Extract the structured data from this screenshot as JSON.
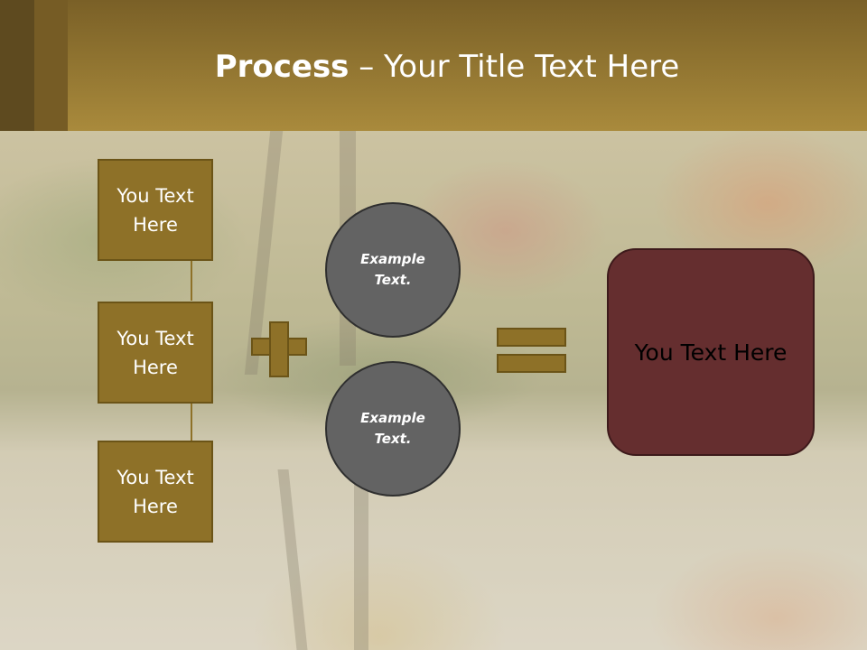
{
  "slide": {
    "title_bold": "Process",
    "title_rest": " – Your Title Text Here",
    "left_boxes": [
      {
        "label": "You Text Here"
      },
      {
        "label": "You Text Here"
      },
      {
        "label": "You Text Here"
      }
    ],
    "circles": [
      {
        "label": "Example Text."
      },
      {
        "label": "Example Text."
      }
    ],
    "result_box": {
      "label": "You Text Here"
    }
  },
  "colors": {
    "header_gold": "#a98a3c",
    "box_gold": "#8e7128",
    "circle_gray": "#636363",
    "result_maroon": "#652e2f"
  },
  "icons": {
    "plus": "plus-icon",
    "equals": "equals-icon"
  }
}
